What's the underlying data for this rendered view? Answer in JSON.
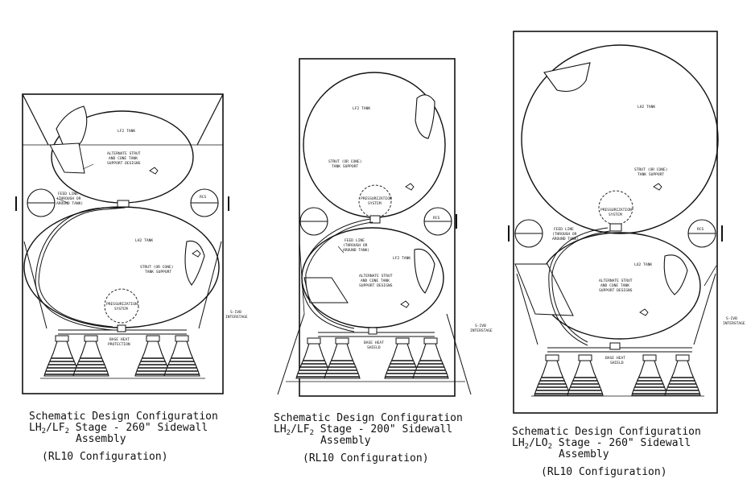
{
  "configs": [
    {
      "labels": {
        "tank_upper": "LF2 TANK",
        "tank_lower": "LH2 TANK",
        "strut_alt_1": "ALTERNATE STRUT",
        "strut_alt_2": "AND CONE TANK",
        "strut_alt_3": "SUPPORT DESIGNS",
        "feed_1": "FEED LINE",
        "feed_2": "(THROUGH OR",
        "feed_3": "AROUND TANK)",
        "rcs": "RCS",
        "strut_1": "STRUT (OR CONE)",
        "strut_2": "TANK SUPPORT",
        "press_1": "PRESSURIZATION",
        "press_2": "SYSTEM",
        "interstage_1": "S-IVB",
        "interstage_2": "INTERSTAGE",
        "heat_1": "BASE HEAT",
        "heat_2": "PROTECTION"
      },
      "caption": {
        "line1": "Schematic Design Configuration",
        "f1": "LH",
        "s1": "2",
        "f2": "/LF",
        "s2": "2",
        "rest": " Stage - 260\" Sidewall",
        "line3": "Assembly",
        "line4": "(RL10 Configuration)"
      }
    },
    {
      "labels": {
        "tank_upper": "LF2 TANK",
        "tank_lower": "LF2 TANK",
        "strut_1": "STRUT (OR CONE)",
        "strut_2": "TANK SUPPORT",
        "press_1": "PRESSURIZATION",
        "press_2": "SYSTEM",
        "rcs": "RCS",
        "feed_1": "FEED LINE",
        "feed_2": "(THROUGH OR",
        "feed_3": "AROUND TANK)",
        "strut_alt_1": "ALTERNATE STRUT",
        "strut_alt_2": "AND CONE TANK",
        "strut_alt_3": "SUPPORT DESIGNS",
        "interstage_1": "S-IVB",
        "interstage_2": "INTERSTAGE",
        "heat_1": "BASE HEAT",
        "heat_2": "SHIELD"
      },
      "caption": {
        "line1": "Schematic Design Configuration",
        "f1": "LH",
        "s1": "2",
        "f2": "/LF",
        "s2": "2",
        "rest": " Stage - 200\" Sidewall",
        "line3": "Assembly",
        "line4": "(RL10 Configuration)"
      }
    },
    {
      "labels": {
        "tank_upper": "LH2 TANK",
        "tank_lower": "LO2 TANK",
        "strut_1": "STRUT (OR CONE)",
        "strut_2": "TANK SUPPORT",
        "press_1": "PRESSURIZATION",
        "press_2": "SYSTEM",
        "feed_1": "FEED LINE",
        "feed_2": "(THROUGH OR",
        "feed_3": "AROUND TANK)",
        "rcs": "RCS",
        "strut_alt_1": "ALTERNATE STRUT",
        "strut_alt_2": "AND CONE TANK",
        "strut_alt_3": "SUPPORT DESIGNS",
        "interstage_1": "S-IVB",
        "interstage_2": "INTERSTAGE",
        "heat_1": "BASE HEAT",
        "heat_2": "SHIELD"
      },
      "caption": {
        "line1": "Schematic Design Configuration",
        "f1": "LH",
        "s1": "2",
        "f2": "/LO",
        "s2": "2",
        "rest": " Stage - 260\" Sidewall",
        "line3": "Assembly",
        "line4": "(RL10 Configuration)"
      }
    }
  ]
}
